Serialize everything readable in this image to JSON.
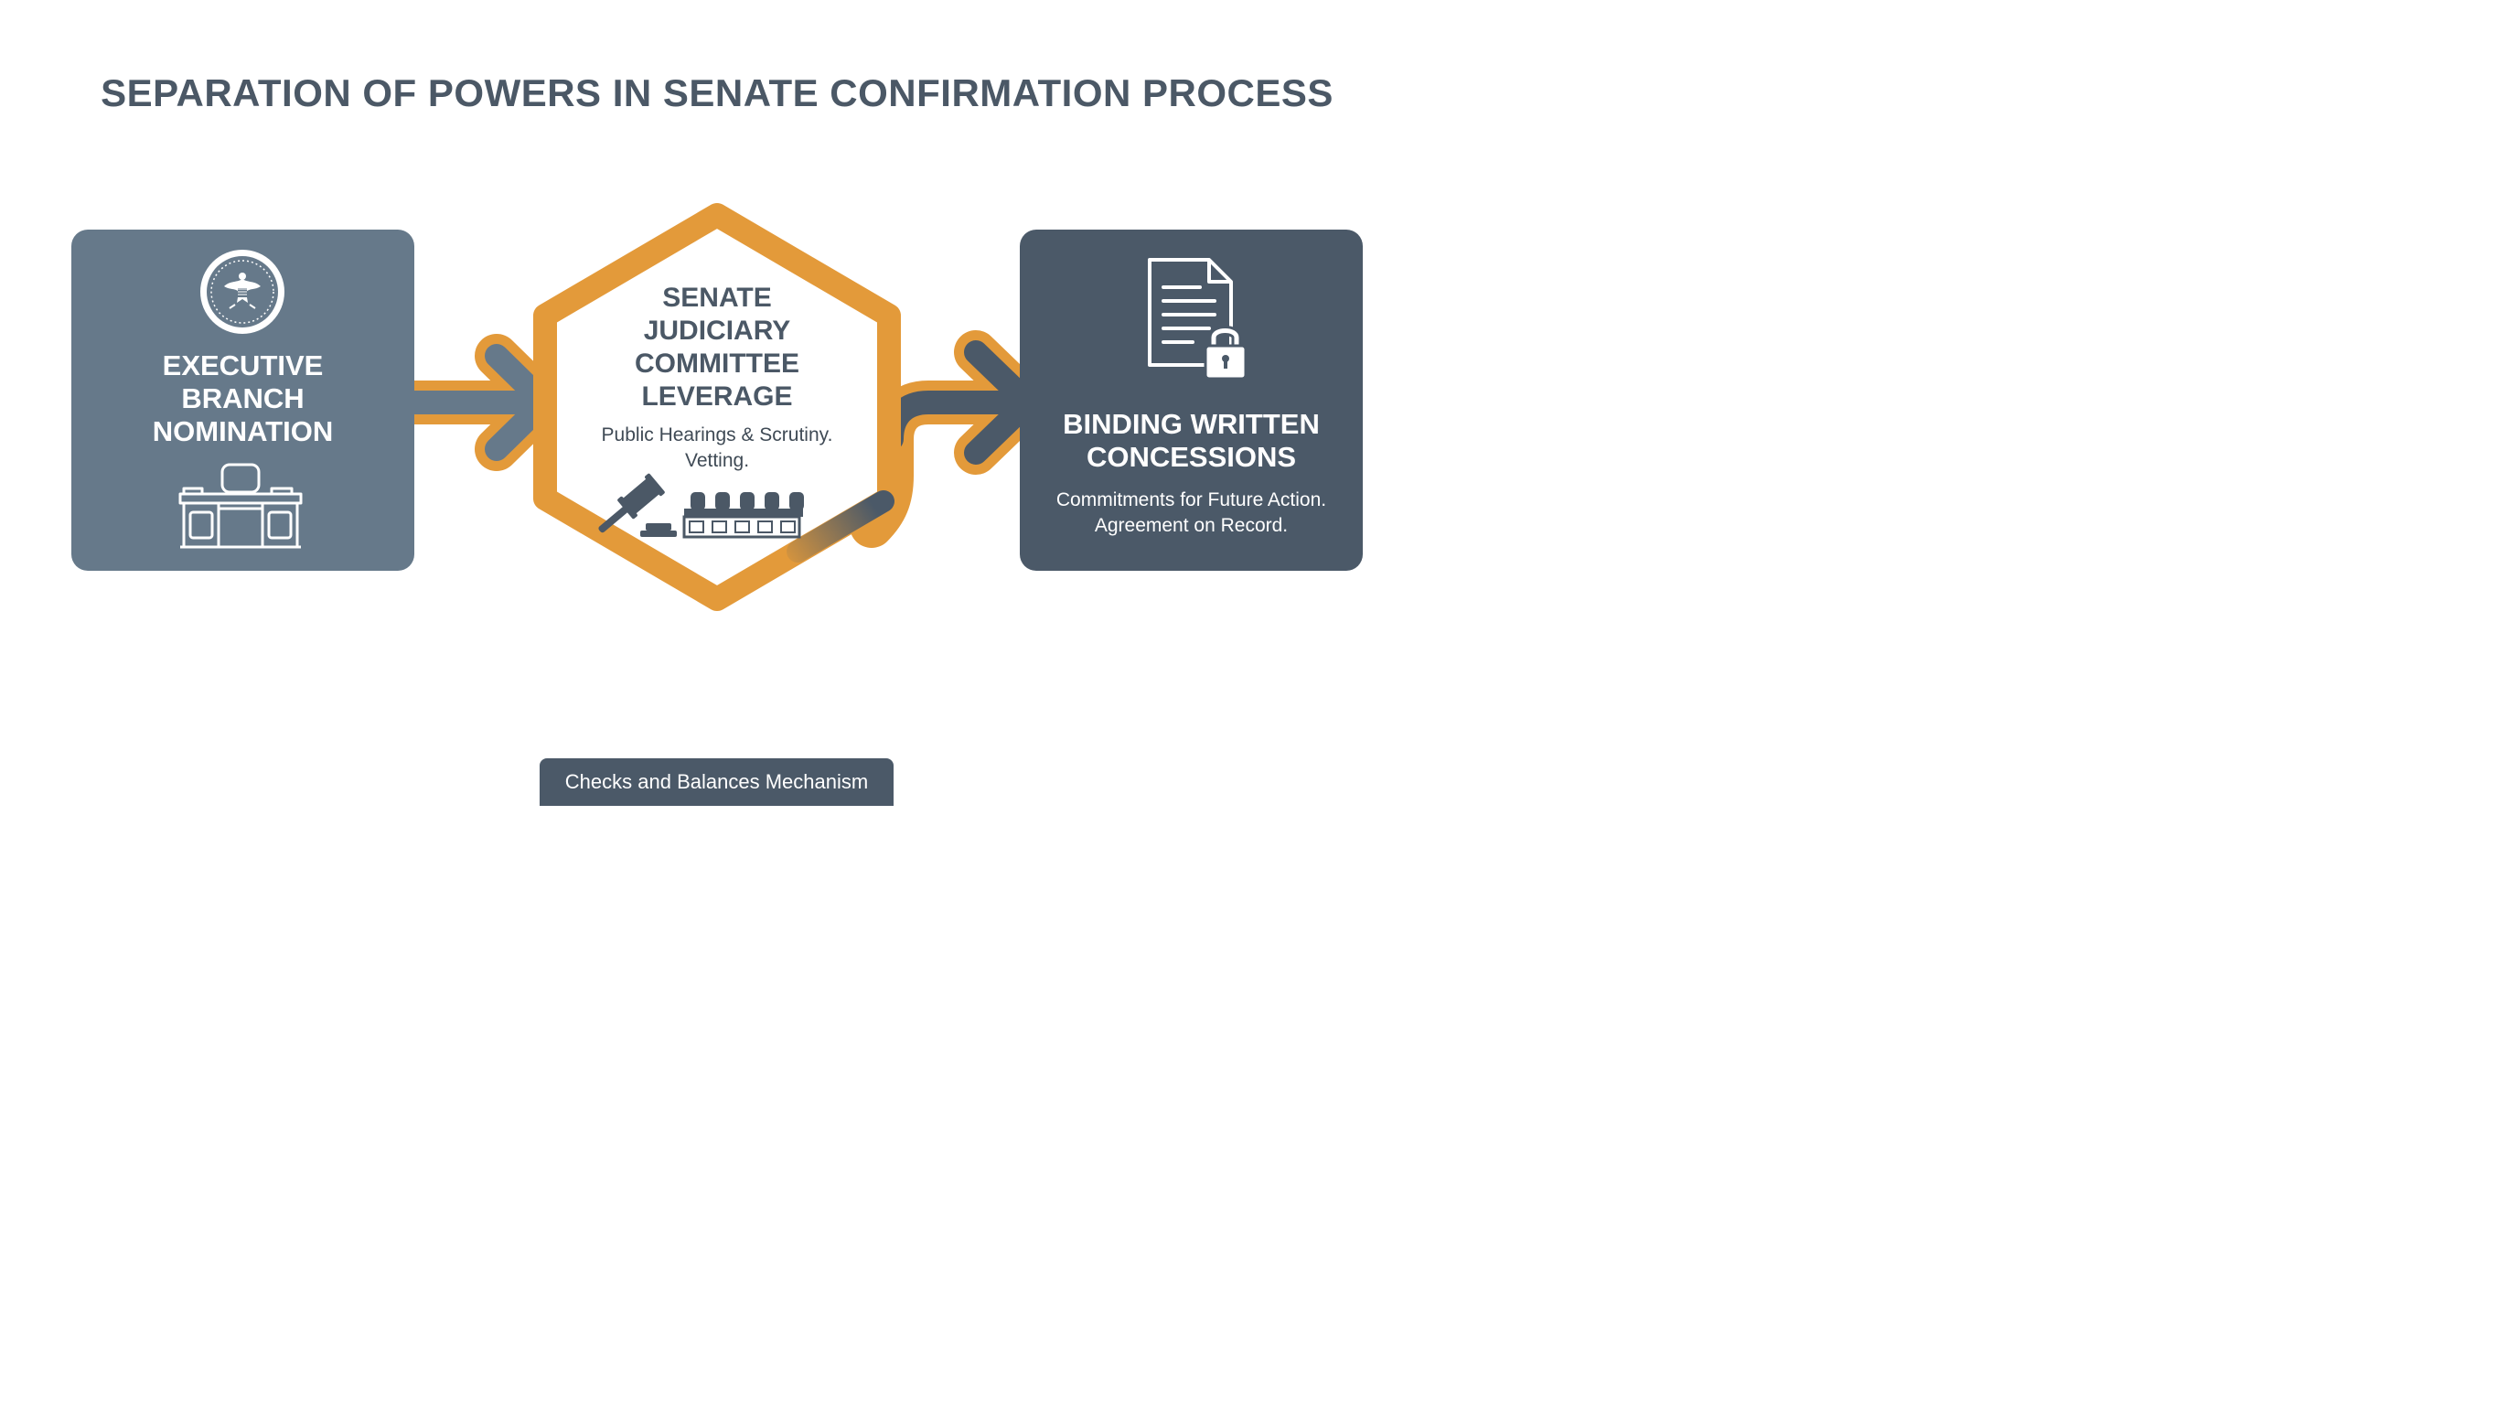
{
  "title": "SEPARATION OF POWERS IN SENATE CONFIRMATION PROCESS",
  "colors": {
    "slate_light": "#66798a",
    "slate_dark": "#4b5968",
    "accent_orange": "#e39a3a",
    "text_dark": "#4b5866"
  },
  "left_panel": {
    "heading_lines": [
      "EXECUTIVE",
      "BRANCH",
      "NOMINATION"
    ],
    "icons": [
      "presidential-seal-icon",
      "desk-icon"
    ]
  },
  "center_panel": {
    "heading_lines": [
      "SENATE",
      "JUDICIARY",
      "COMMITTEE",
      "LEVERAGE"
    ],
    "sub_lines": [
      "Public Hearings & Scrutiny.",
      "Vetting."
    ],
    "icons": [
      "gavel-icon",
      "committee-bench-icon"
    ]
  },
  "right_panel": {
    "heading_lines": [
      "BINDING WRITTEN",
      "CONCESSIONS"
    ],
    "sub_lines": [
      "Commitments for Future Action.",
      "Agreement on Record."
    ],
    "icons": [
      "locked-document-icon"
    ]
  },
  "footer_label": "Checks and Balances Mechanism"
}
